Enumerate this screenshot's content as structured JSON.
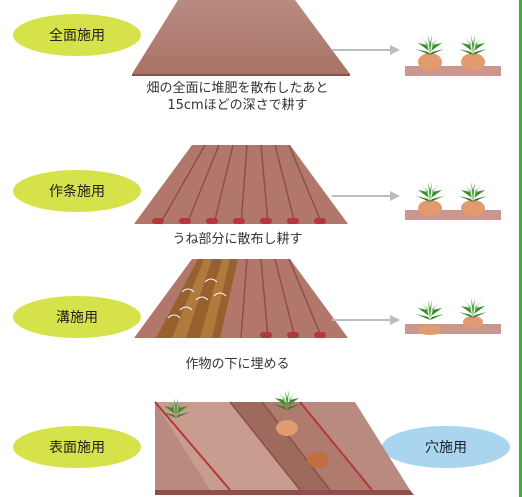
{
  "colors": {
    "pill_yellow": "#d6e24a",
    "pill_blue": "#a9d5ef",
    "soil": "#b77d70",
    "soil_dark": "#8e4f48",
    "furrow_red": "#b4373a",
    "plant_green": "#3a8f2f",
    "root_orange": "#e29a6f",
    "arrow": "#b9bcc2",
    "border_green": "#3fae49"
  },
  "methods": [
    {
      "label": "全面施用",
      "caption": "畑の全面に堆肥を散布したあと\n15cmほどの深さで耕す"
    },
    {
      "label": "作条施用",
      "caption": "うね部分に散布し耕す"
    },
    {
      "label": "溝施用",
      "caption": "作物の下に埋める"
    },
    {
      "label": "表面施用",
      "caption": ""
    },
    {
      "label": "穴施用",
      "caption": ""
    }
  ]
}
